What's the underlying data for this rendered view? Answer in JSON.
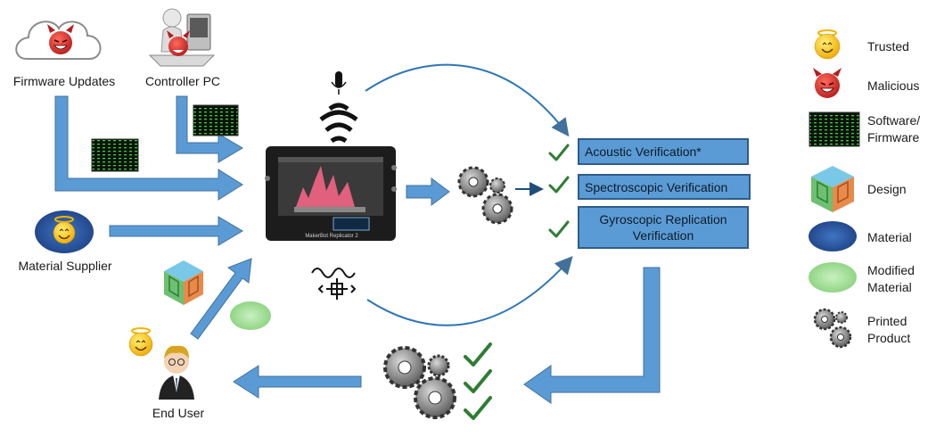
{
  "nodes": {
    "firmware_updates": "Firmware Updates",
    "controller_pc": "Controller PC",
    "material_supplier": "Material Supplier",
    "end_user": "End User"
  },
  "verification": [
    {
      "label": "Acoustic Verification*"
    },
    {
      "label": "Spectroscopic Verification"
    },
    {
      "label_line1": "Gyroscopic Replication",
      "label_line2": "Verification"
    }
  ],
  "printer": {
    "brand_text": "MakerBot Replicator 2"
  },
  "legend": [
    {
      "icon": "trusted-face-icon",
      "label": "Trusted"
    },
    {
      "icon": "malicious-face-icon",
      "label": "Malicious"
    },
    {
      "icon": "software-firmware-icon",
      "label_line1": "Software/",
      "label_line2": "Firmware"
    },
    {
      "icon": "design-cube-icon",
      "label": "Design"
    },
    {
      "icon": "material-disc-icon",
      "label": "Material"
    },
    {
      "icon": "modified-material-disc-icon",
      "label_line1": "Modified",
      "label_line2": "Material"
    },
    {
      "icon": "gears-icon",
      "label_line1": "Printed",
      "label_line2": "Product"
    }
  ],
  "colors": {
    "arrow_fill": "#5b9bd5",
    "arrow_stroke": "#41719c",
    "check": "#2e7d32",
    "box_fill": "#5b9bd5",
    "material": "#2f5fa8",
    "modified_material": "#a8e0a0",
    "malicious": "#d32f2f",
    "trusted": "#f7c325"
  }
}
